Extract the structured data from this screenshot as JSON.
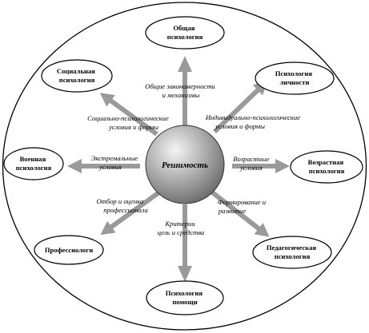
{
  "center": {
    "label": "Решимость"
  },
  "nodes": [
    {
      "id": "general",
      "lines": [
        "Общая",
        "психология"
      ]
    },
    {
      "id": "personality",
      "lines": [
        "Психология",
        "личности"
      ]
    },
    {
      "id": "age",
      "lines": [
        "Возрастная",
        "психология"
      ]
    },
    {
      "id": "pedagogical",
      "lines": [
        "Педагогическая",
        "психология"
      ]
    },
    {
      "id": "help",
      "lines": [
        "Психология",
        "помощи"
      ]
    },
    {
      "id": "professional",
      "lines": [
        "Профессиологи"
      ]
    },
    {
      "id": "military",
      "lines": [
        "Военная",
        "психология"
      ]
    },
    {
      "id": "social",
      "lines": [
        "Социальная",
        "психология"
      ]
    }
  ],
  "edges": [
    {
      "id": "general",
      "lines": [
        "Общие закономерности",
        "и механизмы"
      ]
    },
    {
      "id": "personality",
      "lines": [
        "Индивидуально-психологические",
        "условия и формы"
      ]
    },
    {
      "id": "age",
      "lines": [
        "Возрастные",
        "условия"
      ]
    },
    {
      "id": "pedagogical",
      "lines": [
        "Формирование и",
        "развитие"
      ]
    },
    {
      "id": "help",
      "lines": [
        "Критерии",
        "цель и средства"
      ]
    },
    {
      "id": "professional",
      "lines": [
        "Отбор и оценка",
        "профессионала"
      ]
    },
    {
      "id": "military",
      "lines": [
        "Экстремальные",
        "условия"
      ]
    },
    {
      "id": "social",
      "lines": [
        "Социально-психологические",
        "условия и формы"
      ]
    }
  ]
}
